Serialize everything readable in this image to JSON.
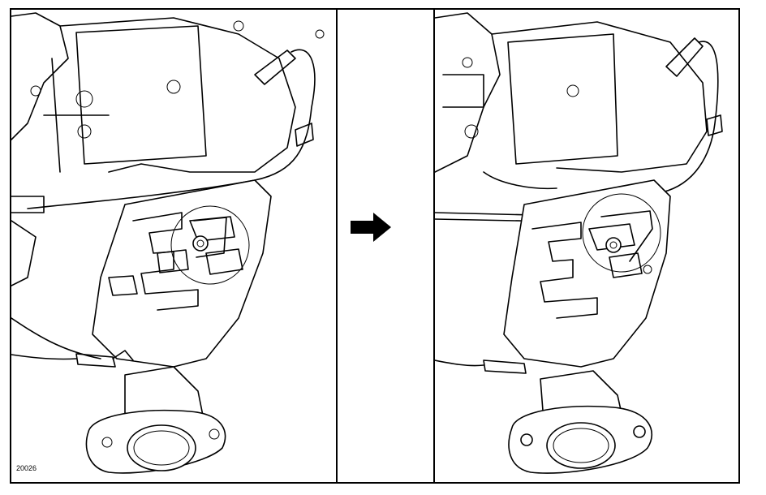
{
  "figure": {
    "reference_code": "20026",
    "arrow_direction": "right",
    "colors": {
      "line": "#000000",
      "background": "#ffffff"
    },
    "panels": [
      {
        "id": "before",
        "highlight": "circle-detail-bracket"
      },
      {
        "id": "after",
        "highlight": "circle-detail-bracket-removed"
      }
    ],
    "arrow_icon": "right-arrow-icon"
  }
}
